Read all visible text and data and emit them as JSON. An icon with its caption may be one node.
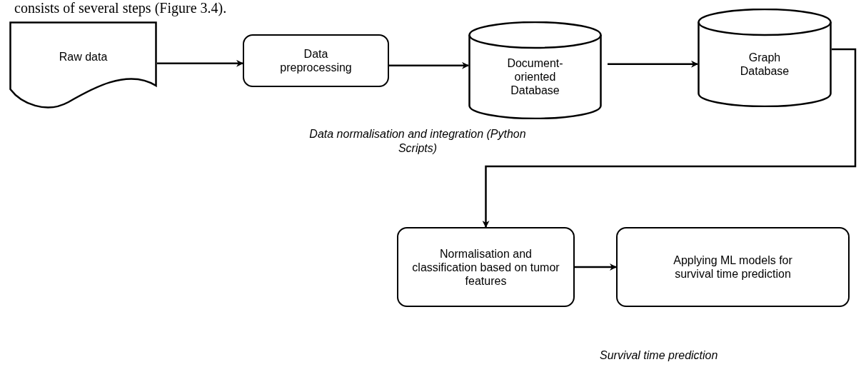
{
  "diagram": {
    "nodes": [
      {
        "text": [
          "Raw data"
        ]
      },
      {
        "text": [
          "Data preprocessing"
        ]
      },
      {
        "text": [
          "Document-oriented Database"
        ]
      },
      {
        "text": [
          "Graph Database"
        ]
      },
      {
        "text": [
          "Normalisation and classification based on tumor features"
        ]
      },
      {
        "text": [
          "Applying ML models for survival time prediction"
        ]
      }
    ],
    "edges": [
      {
        "from": 0,
        "to": 1,
        "arrow": "to"
      },
      {
        "from": 1,
        "to": 2,
        "arrow": "to"
      },
      {
        "from": 2,
        "to": 3,
        "arrow": "to"
      },
      {
        "from": 3,
        "to": 4,
        "arrow": "to"
      },
      {
        "from": 4,
        "to": 5,
        "arrow": "to"
      }
    ],
    "labels": [
      "consists of several steps (Figure 3.4).",
      "Data normalisation and integration (Python Scripts)",
      "Survival time prediction"
    ]
  }
}
